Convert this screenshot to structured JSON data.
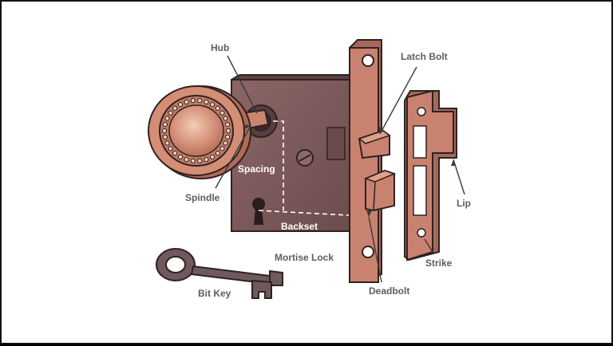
{
  "labels": {
    "hub": "Hub",
    "latch_bolt": "Latch Bolt",
    "spacing": "Spacing",
    "spindle": "Spindle",
    "lip": "Lip",
    "backset": "Backset",
    "mortise_lock": "Mortise Lock",
    "strike": "Strike",
    "bit_key": "Bit Key",
    "deadbolt": "Deadbolt"
  },
  "colors": {
    "lock_body": "#7a5859",
    "faceplate": "#c9826f",
    "knob": "#d48e76",
    "knob_center": "#e8b39d",
    "key": "#6e5a5c",
    "label": "#5d5d5d"
  }
}
